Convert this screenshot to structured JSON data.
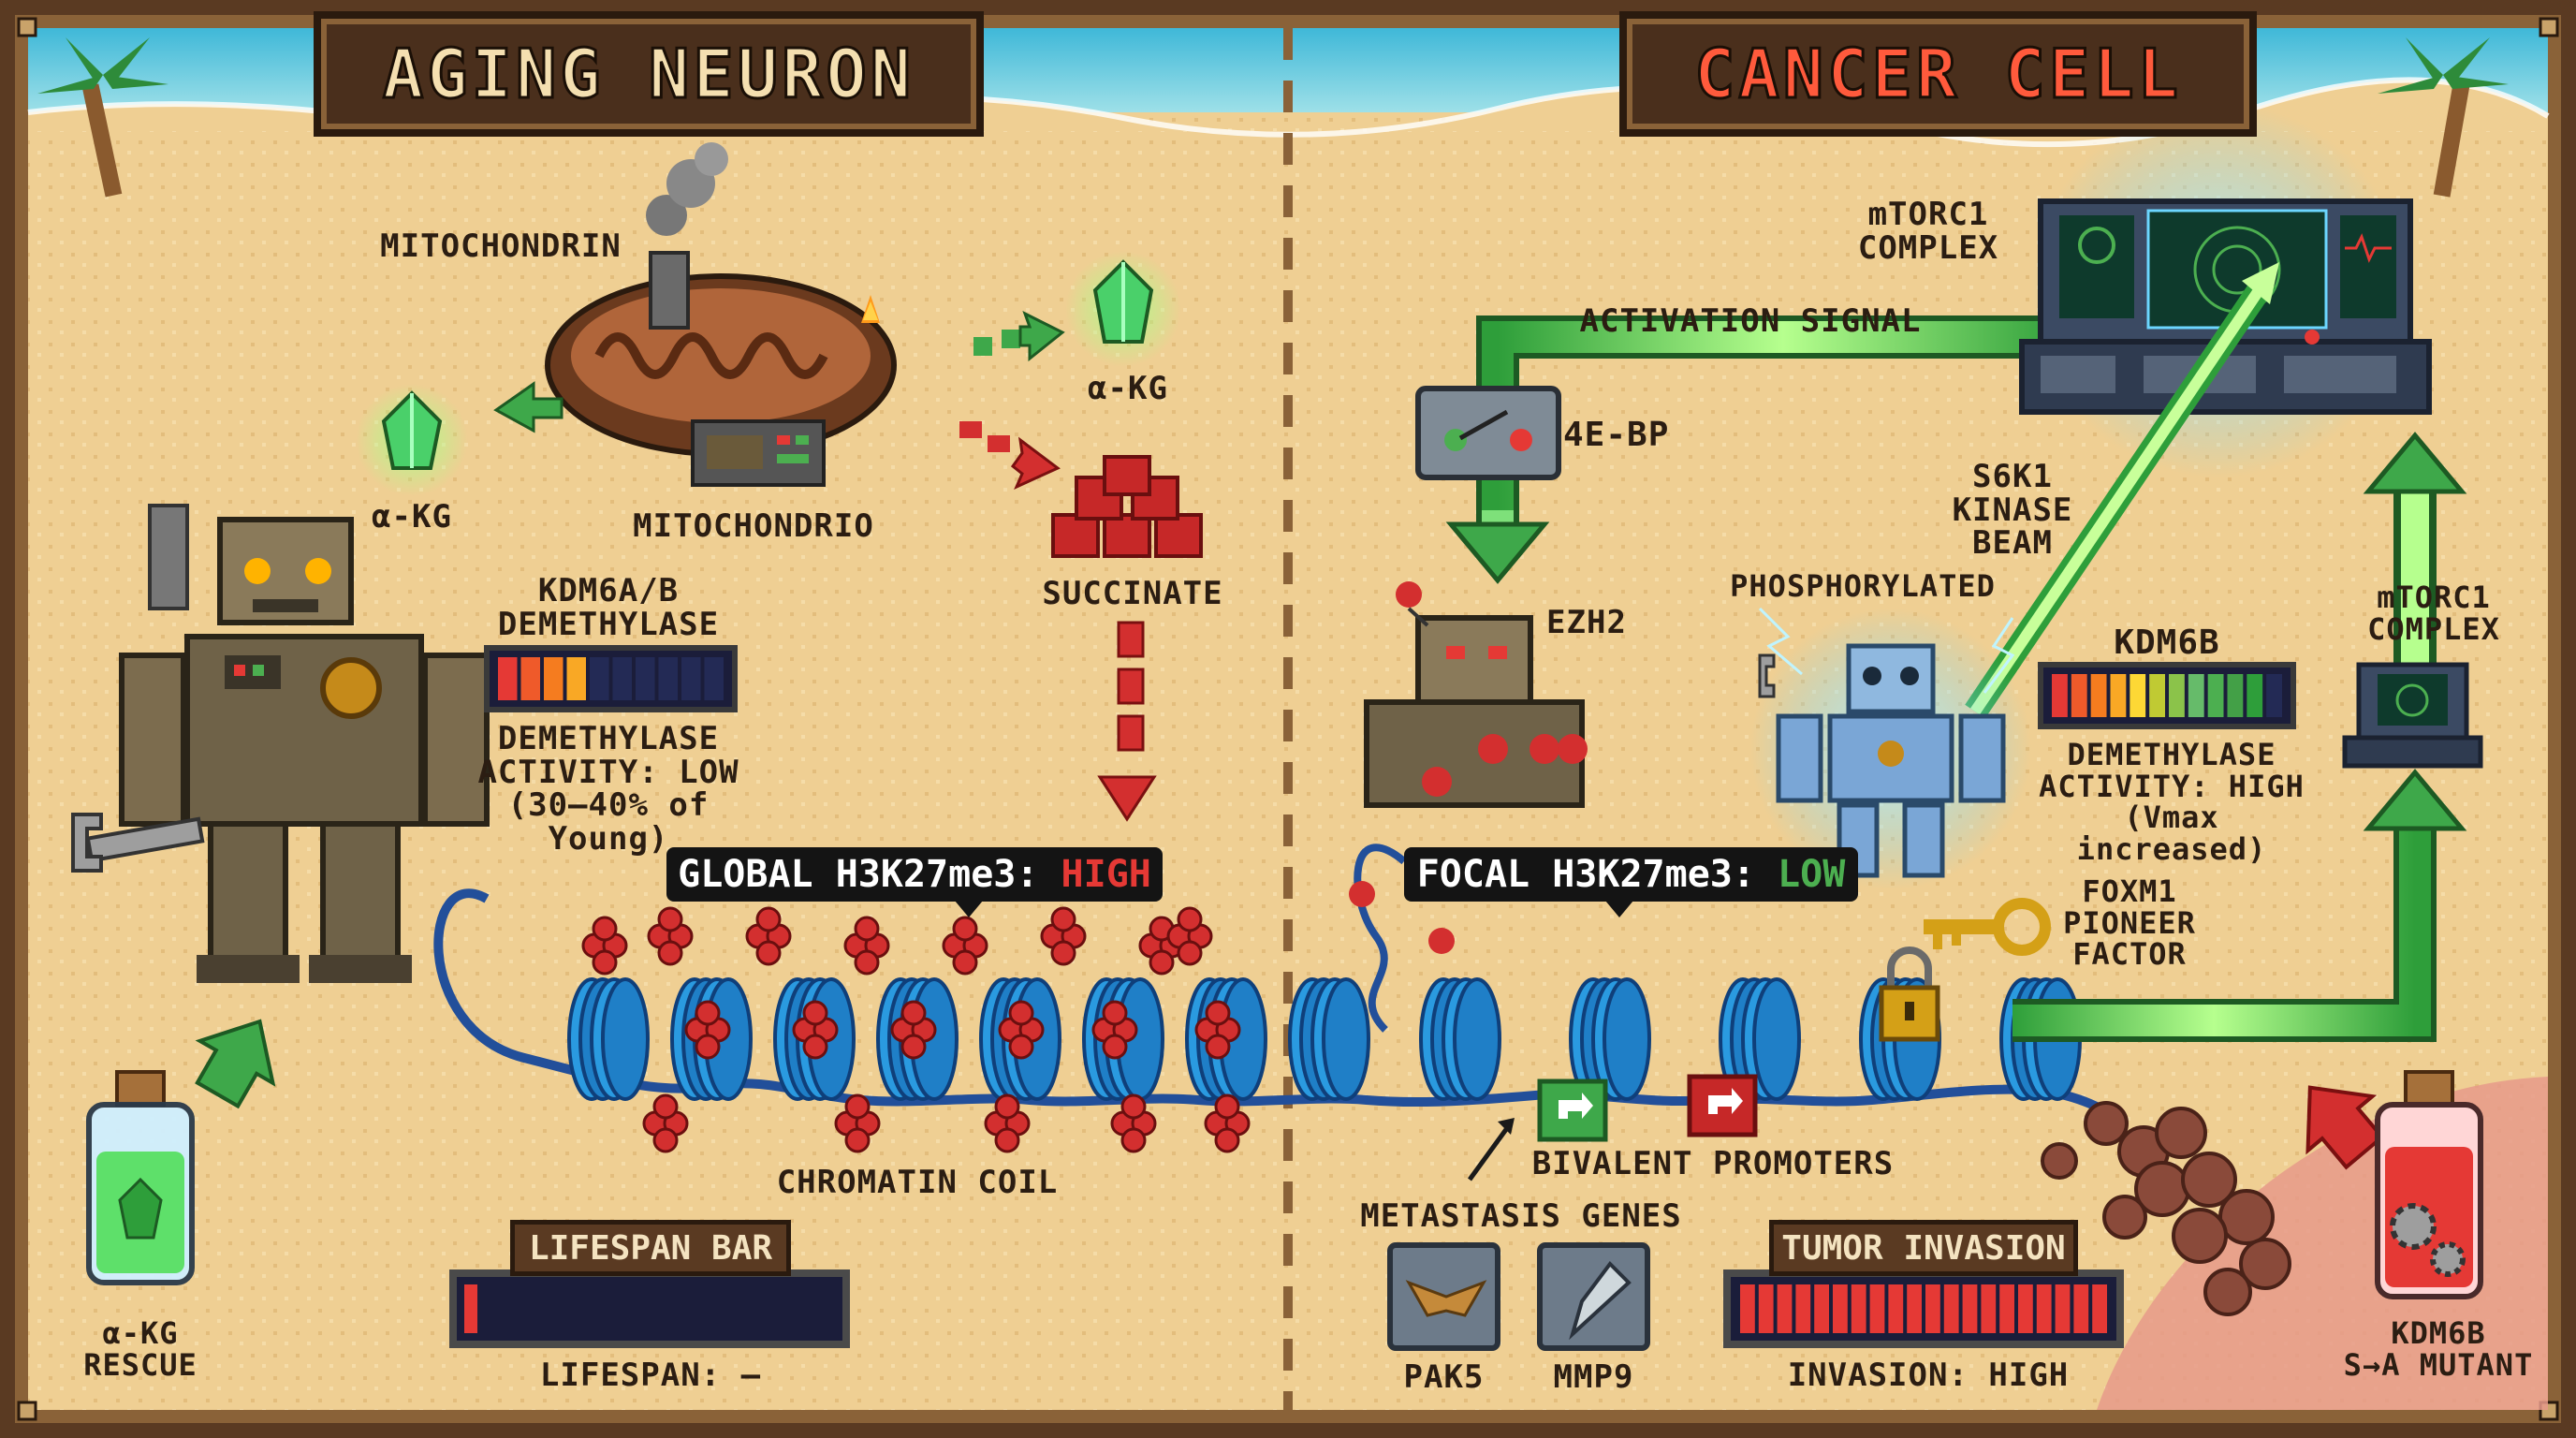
{
  "titles": {
    "left": "AGING NEURON",
    "right": "CANCER CELL"
  },
  "left_side": {
    "mitochondrion_top": "MITOCHONDRIN",
    "mitochondrion_bottom": "MITOCHONDRIO",
    "akg_left": "α-KG",
    "akg_right": "α-KG",
    "succinate": "SUCCINATE",
    "kdm6_label": "KDM6A/B\nDEMETHYLASE",
    "kdm6_meter_level": 0.35,
    "activity": "DEMETHYLASE\nACTIVITY: LOW\n(30–40% of Young)",
    "global_prefix": "GLOBAL H3K27me3: ",
    "global_value": "HIGH",
    "chromatin": "CHROMATIN COIL",
    "lifespan_header": "LIFESPAN BAR",
    "lifespan_level": 0.03,
    "lifespan_text": "LIFESPAN: –",
    "rescue": "α-KG\nRESCUE"
  },
  "right_side": {
    "mtorc1_top": "mTORC1\nCOMPLEX",
    "activation": "ACTIVATION SIGNAL",
    "fourebp": "4E-BP",
    "s6k1": "S6K1\nKINASE\nBEAM",
    "phosphorylated": "PHOSPHORYLATED",
    "ezh2": "EZH2",
    "kdm6b": "KDM6B",
    "kdm6b_meter_level": 0.95,
    "mtorc1_right": "mTORC1\nCOMPLEX",
    "activity": "DEMETHYLASE\nACTIVITY: HIGH\n(Vmax increased)",
    "focal_prefix": "FOCAL H3K27me3: ",
    "focal_value": "LOW",
    "foxm1": "FOXM1\nPIONEER\nFACTOR",
    "bivalent": "BIVALENT PROMOTERS",
    "metastasis": "METASTASIS GENES",
    "pak5": "PAK5",
    "mmp9": "MMP9",
    "invasion_header": "TUMOR INVASION",
    "invasion_level": 1.0,
    "invasion_text": "INVASION: HIGH",
    "mutant": "KDM6B\nS→A MUTANT"
  },
  "colors": {
    "high": "#e53935",
    "low": "#4caf50",
    "sand": "#efcf93",
    "plate_text_left": "#f4dfb0",
    "plate_text_right": "#ff5a3c"
  },
  "icons": [
    "mitochondrion-icon",
    "crystal-icon",
    "succinate-cubes-icon",
    "robot-icon",
    "wrench-icon",
    "vial-icon",
    "nucleosome-icon",
    "mtorc1-console-icon",
    "switch-icon",
    "lock-icon",
    "key-icon",
    "eagle-icon",
    "drill-icon",
    "gear-icon",
    "palm-tree-icon"
  ]
}
